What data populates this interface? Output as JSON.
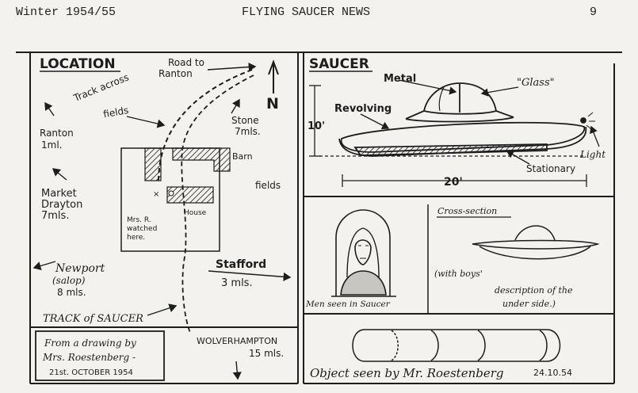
{
  "header": {
    "left": "Winter 1954/55",
    "center": "FLYING SAUCER NEWS",
    "right": "9"
  },
  "location": {
    "title": "LOCATION",
    "road_line1": "Road to",
    "road_line2": "Ranton",
    "track_line1": "Track across",
    "track_line2": "fields",
    "north": "N",
    "stone_line1": "Stone",
    "stone_line2": "7mls.",
    "ranton_line1": "Ranton",
    "ranton_line2": "1ml.",
    "barn": "Barn",
    "fields": "fields",
    "market_line1": "Market",
    "market_line2": "Drayton",
    "market_line3": "7mls.",
    "house": "House",
    "mrsr_line1": "Mrs. R.",
    "mrsr_line2": "watched",
    "mrsr_line3": "here.",
    "newport_line1": "Newport",
    "newport_line2": "(salop)",
    "newport_line3": "8 mls.",
    "stafford_line1": "Stafford",
    "stafford_line2": "3 mls.",
    "track_saucer": "TRACK of SAUCER",
    "wolv_line1": "WOLVERHAMPTON",
    "wolv_line2": "15 mls.",
    "credit_line1": "From a drawing by",
    "credit_line2": "Mrs. Roestenberg -",
    "credit_line3": "21st. OCTOBER 1954"
  },
  "saucer": {
    "title": "SAUCER",
    "metal": "Metal",
    "glass": "\"Glass\"",
    "revolving": "Revolving",
    "height": "10'",
    "light": "Light",
    "stationary": "Stationary",
    "width": "20'"
  },
  "cross": {
    "title": "Cross-section",
    "men_caption": "Men seen in Saucer",
    "desc_line1": "(with boys'",
    "desc_line2": "description of the",
    "desc_line3": "under side.)"
  },
  "object": {
    "caption": "Object seen by Mr. Roestenberg",
    "date": "24.10.54"
  }
}
